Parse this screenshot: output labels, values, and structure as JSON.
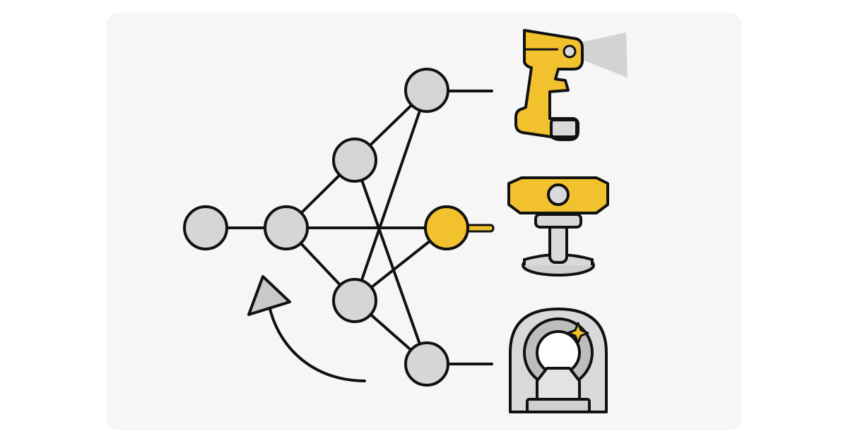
{
  "diagram": {
    "type": "network-to-devices",
    "colors": {
      "background": "#ffffff",
      "panel": "#f6f6f6",
      "stroke": "#111111",
      "node_gray": "#d6d6d6",
      "accent_yellow": "#f2c12e",
      "light_gray": "#d9d9d9",
      "beam": "#cfcfcf",
      "sparkle": "#f2c12e"
    },
    "nodes": [
      {
        "id": "n1",
        "state": "default"
      },
      {
        "id": "n2",
        "state": "default"
      },
      {
        "id": "n3",
        "state": "default"
      },
      {
        "id": "n4",
        "state": "default"
      },
      {
        "id": "n5",
        "state": "highlighted"
      },
      {
        "id": "n6",
        "state": "default"
      },
      {
        "id": "n7",
        "state": "default"
      }
    ],
    "edges": [
      [
        "n1",
        "n2"
      ],
      [
        "n2",
        "n3"
      ],
      [
        "n2",
        "n5"
      ],
      [
        "n2",
        "n6"
      ],
      [
        "n3",
        "n4"
      ],
      [
        "n3",
        "n7"
      ],
      [
        "n4",
        "n6"
      ],
      [
        "n6",
        "n5"
      ],
      [
        "n6",
        "n7"
      ]
    ],
    "devices": [
      {
        "id": "handheld-scanner",
        "icon": "handheld-scanner-icon",
        "connected_node": "n4"
      },
      {
        "id": "tripod-projector",
        "icon": "projector-on-stand-icon",
        "connected_node": "n5"
      },
      {
        "id": "mri-scanner",
        "icon": "mri-scanner-icon",
        "connected_node": "n7"
      }
    ],
    "feedback_arrow": {
      "icon": "curved-arrow-icon",
      "direction": "counterclockwise"
    }
  }
}
